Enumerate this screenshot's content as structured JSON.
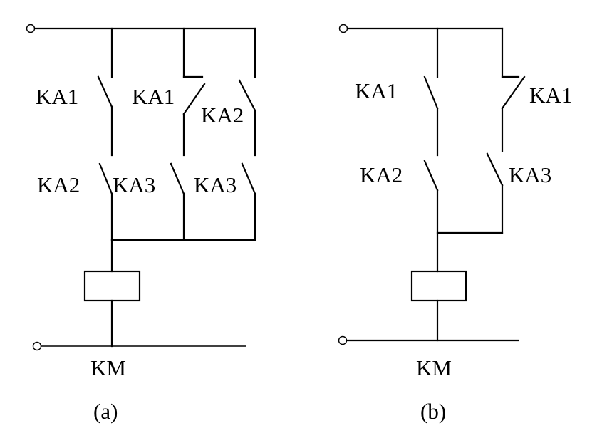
{
  "circuit_a": {
    "labels": {
      "ka1_no": "KA1",
      "ka1_nc": "KA1",
      "ka2_top": "KA2",
      "ka2_bottom": "KA2",
      "ka3_mid": "KA3",
      "ka3_right": "KA3",
      "coil": "KM"
    },
    "caption": "(a)"
  },
  "circuit_b": {
    "labels": {
      "ka1_no": "KA1",
      "ka1_nc": "KA1",
      "ka2": "KA2",
      "ka3": "KA3",
      "coil": "KM"
    },
    "caption": "(b)"
  },
  "colors": {
    "line": "#000000",
    "background": "#ffffff"
  }
}
